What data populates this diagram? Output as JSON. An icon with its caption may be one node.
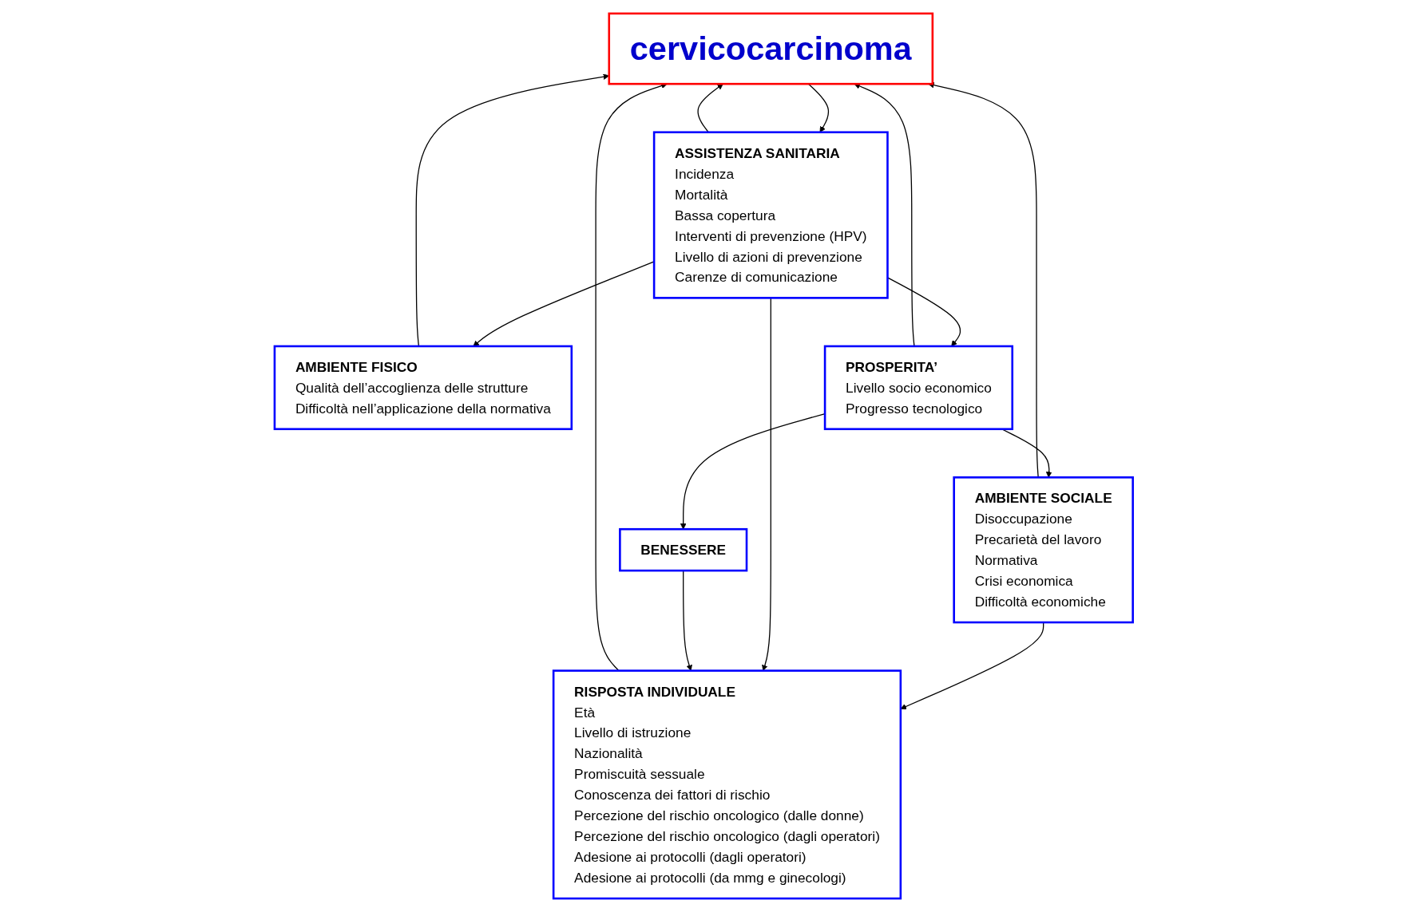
{
  "diagram": {
    "nodes": [
      {
        "text": [
          "cervicocarcinoma"
        ]
      },
      {
        "text": [
          "AMBIENTE SOCIALE",
          "Disoccupazione",
          "Precarietà del lavoro",
          "Normativa",
          "Crisi economica",
          "Difficoltà economiche"
        ]
      },
      {
        "text": [
          "AMBIENTE FISICO",
          "Qualità dell’accoglienza delle strutture",
          "Difficoltà nell’applicazione della normativa"
        ]
      },
      {
        "text": [
          "ASSISTENZA SANITARIA",
          "Incidenza",
          "Mortalità",
          "Bassa copertura",
          "Interventi di prevenzione (HPV)",
          "Livello di azioni di prevenzione",
          "Carenze di comunicazione"
        ]
      },
      {
        "text": [
          "RISPOSTA INDIVIDUALE",
          "Età",
          "Livello di istruzione",
          "Nazionalità",
          "Promiscuità sessuale",
          "Conoscenza dei fattori di rischio",
          "Percezione del rischio oncologico (dalle donne)",
          "Percezione del rischio oncologico (dagli operatori)",
          "Adesione ai protocolli (dagli operatori)",
          "Adesione ai protocolli (da mmg e ginecologi)"
        ]
      },
      {
        "text": [
          "BENESSERE"
        ]
      },
      {
        "text": [
          "PROSPERITA’",
          "Livello socio economico",
          "Progresso tecnologico"
        ]
      }
    ],
    "edges": [
      {
        "from": 1,
        "to": 0,
        "arrow": "to"
      },
      {
        "from": 4,
        "to": 0,
        "arrow": "to"
      },
      {
        "from": 2,
        "to": 0,
        "arrow": "to"
      },
      {
        "from": 6,
        "to": 0,
        "arrow": "to"
      },
      {
        "from": 3,
        "to": 0,
        "arrow": "to"
      },
      {
        "from": 0,
        "to": 3,
        "arrow": "to"
      },
      {
        "from": 3,
        "to": 2,
        "arrow": "to"
      },
      {
        "from": 6,
        "to": 1,
        "arrow": "to"
      },
      {
        "from": 1,
        "to": 4,
        "arrow": "to"
      },
      {
        "from": 3,
        "to": 4,
        "arrow": "to"
      },
      {
        "from": 3,
        "to": 6,
        "arrow": "to"
      },
      {
        "from": 6,
        "to": 5,
        "arrow": "to"
      },
      {
        "from": 5,
        "to": 4,
        "arrow": "to"
      }
    ]
  }
}
